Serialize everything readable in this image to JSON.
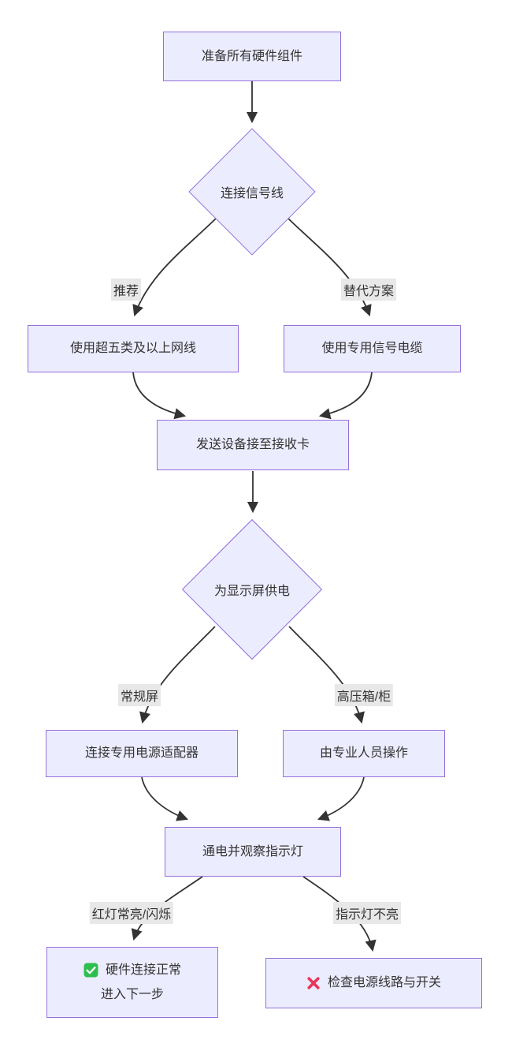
{
  "diagram": {
    "type": "flowchart",
    "direction": "top-down",
    "colors": {
      "node_fill": "#ECECFF",
      "node_border": "#9370DB",
      "edge_line": "#333333",
      "edge_label_background": "#e8e8e8",
      "text": "#333333",
      "check_green": "#2EBE4E",
      "cross_red": "#E8355C",
      "background": "#ffffff"
    }
  },
  "nodes": {
    "prepare": {
      "label": "准备所有硬件组件"
    },
    "connect_signal": {
      "label": "连接信号线"
    },
    "cat5e": {
      "label": "使用超五类及以上网线"
    },
    "dedicated_cable": {
      "label": "使用专用信号电缆"
    },
    "sender_to_receiver": {
      "label": "发送设备接至接收卡"
    },
    "power_display": {
      "label": "为显示屏供电"
    },
    "power_adapter": {
      "label": "连接专用电源适配器"
    },
    "professional": {
      "label": "由专业人员操作"
    },
    "power_on_observe": {
      "label": "通电并观察指示灯"
    },
    "hw_ok": {
      "icon": "check-icon",
      "line1": "硬件连接正常",
      "line2": "进入下一步"
    },
    "check_power": {
      "icon": "cross-icon",
      "label": "检查电源线路与开关"
    }
  },
  "edge_labels": {
    "recommended": "推荐",
    "alternative": "替代方案",
    "regular_screen": "常规屏",
    "hv_box": "高压箱/柜",
    "red_light_on": "红灯常亮/闪烁",
    "light_off": "指示灯不亮"
  }
}
